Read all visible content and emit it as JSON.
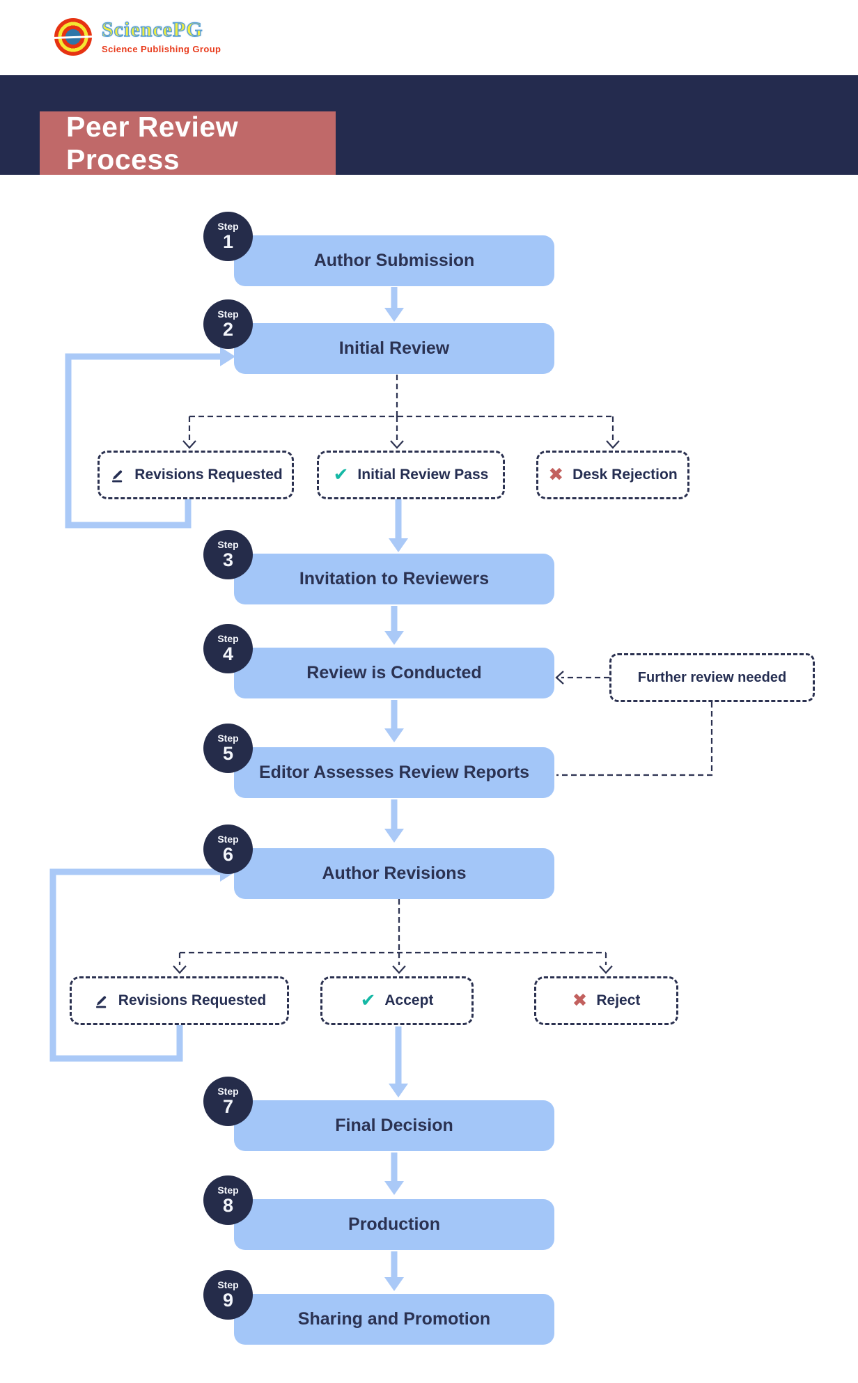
{
  "logo": {
    "brand": "SciencePG",
    "tagline": "Science Publishing Group"
  },
  "header": {
    "title": "Peer Review Process"
  },
  "badge_word": "Step",
  "steps": [
    {
      "id": 1,
      "label": "Author Submission"
    },
    {
      "id": 2,
      "label": "Initial Review"
    },
    {
      "id": 3,
      "label": "Invitation to Reviewers"
    },
    {
      "id": 4,
      "label": "Review is Conducted"
    },
    {
      "id": 5,
      "label": "Editor Assesses Review Reports"
    },
    {
      "id": 6,
      "label": "Author Revisions"
    },
    {
      "id": 7,
      "label": "Final Decision"
    },
    {
      "id": 8,
      "label": "Production"
    },
    {
      "id": 9,
      "label": "Sharing and Promotion"
    }
  ],
  "branches": {
    "initial_review": [
      {
        "icon": "pencil-icon",
        "label": "Revisions Requested"
      },
      {
        "icon": "check-icon",
        "label": "Initial Review Pass"
      },
      {
        "icon": "cross-icon",
        "label": "Desk Rejection"
      }
    ],
    "author_revisions": [
      {
        "icon": "pencil-icon",
        "label": "Revisions Requested"
      },
      {
        "icon": "check-icon",
        "label": "Accept"
      },
      {
        "icon": "cross-icon",
        "label": "Reject"
      }
    ]
  },
  "callout": {
    "label": "Further review needed"
  },
  "icons": {
    "check": "✔",
    "cross": "✖"
  },
  "colors": {
    "band_navy": "#242B4E",
    "node_blue": "#A3C6F8",
    "node_text": "#2B3252",
    "arrow_blue": "#AAC9F7",
    "dashed_navy": "#2B3150",
    "title_box_red": "#C06969",
    "check_teal": "#15B8A5",
    "cross_red": "#C2605E",
    "logo_red": "#E63312",
    "logo_yellow": "#F5E832",
    "logo_blue": "#2E76A9"
  }
}
